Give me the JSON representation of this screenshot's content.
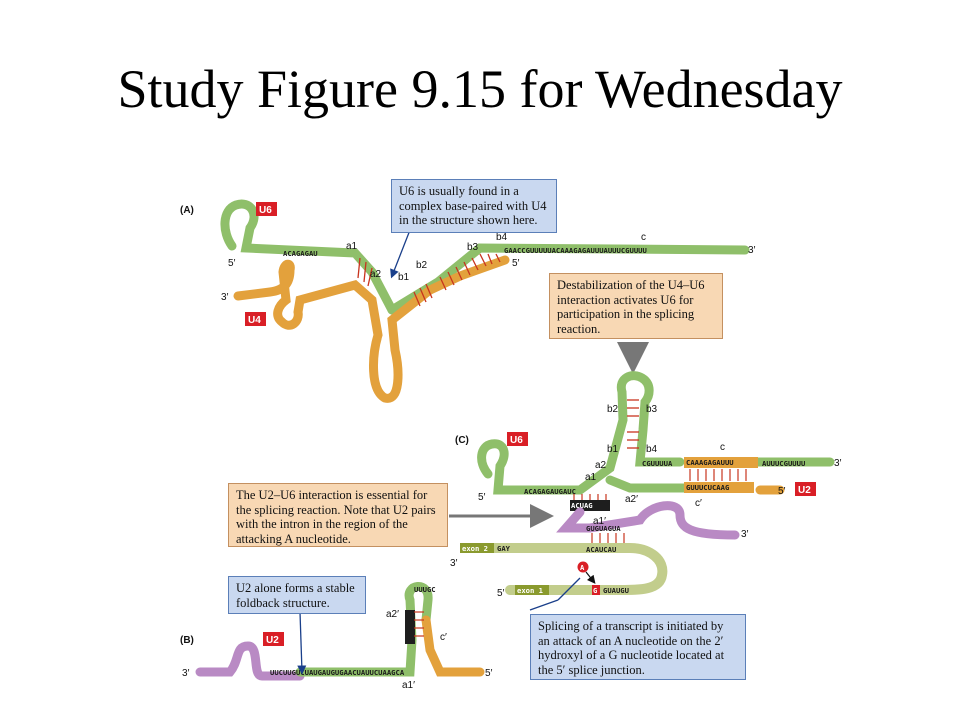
{
  "slide": {
    "title": "Study Figure 9.15 for Wednesday"
  },
  "panels": {
    "a": "(A)",
    "b": "(B)",
    "c": "(C)"
  },
  "badges": {
    "u6_a": "U6",
    "u4_a": "U4",
    "u6_c": "U6",
    "u2_c": "U2",
    "u2_b": "U2"
  },
  "strand_ends": {
    "five_prime": "5′",
    "three_prime": "3′"
  },
  "region_labels": {
    "a1": "a1",
    "a2": "a2",
    "b1": "b1",
    "b2": "b2",
    "b3": "b3",
    "b4": "b4",
    "c": "c",
    "a1_prime": "a1′",
    "a2_prime": "a2′",
    "c_prime": "c′"
  },
  "sequences": {
    "a_u6_5prime_arm": "ACAGAGAU",
    "a_u6_3prime_arm": "GAACCGUUUUUACAAAGAGAUUUAUUUCGUUUU",
    "c_u6_5prime_arm": "ACAGAGAUGAUC",
    "c_u6_right_top": "CGUUUUA",
    "c_u6_right_far": "AUUUCGUUUU",
    "c_region_c": "CAAAGAGAUUU",
    "c_region_c_prime": "GUUUCUCAAG",
    "c_u2_a1_prime": "ACUAG",
    "c_intron_branch": "GUGUAGUA",
    "c_intron_branch_pair": "ACAUCAU",
    "c_exon2_seq": "GAY",
    "c_exon1_seq": "GUAUGU",
    "b_u2_strand": "UUCUUGUCUAUGAUGUGAACUAUUCUAAGCA",
    "b_u2_stem_loop": "UUUGC"
  },
  "exons": {
    "exon1": "exon 1",
    "exon2": "exon 2"
  },
  "nucleotides": {
    "branch_a": "A",
    "splice_g": "G"
  },
  "callouts": {
    "u6_u4_note": "U6 is usually found in a complex base-paired with U4 in the structure shown here.",
    "destabilization": "Destabilization of the U4–U6 interaction activates U6 for participation in the splicing reaction.",
    "u2_u6_interaction": "The U2–U6 interaction is essential for the splicing reaction. Note that U2 pairs with the intron in the region of the attacking A nucleotide.",
    "u2_alone": "U2 alone forms a stable foldback structure.",
    "splicing_initiation": "Splicing of a transcript is initiated by an attack of an A nucleotide on the 2′ hydroxyl of a G nucleotide located at the 5′ splice junction."
  },
  "colors": {
    "u6": "#8fbf6a",
    "u4": "#e3a13c",
    "u2": "#b98ac4",
    "exon1": "#8a9a2e",
    "exon2": "#8a9a2e",
    "badge": "#d91f26",
    "pairing": "#c8341e",
    "callout_blue": "#c9d8f0",
    "callout_orange": "#f8d8b4",
    "arrow": "#777777"
  }
}
